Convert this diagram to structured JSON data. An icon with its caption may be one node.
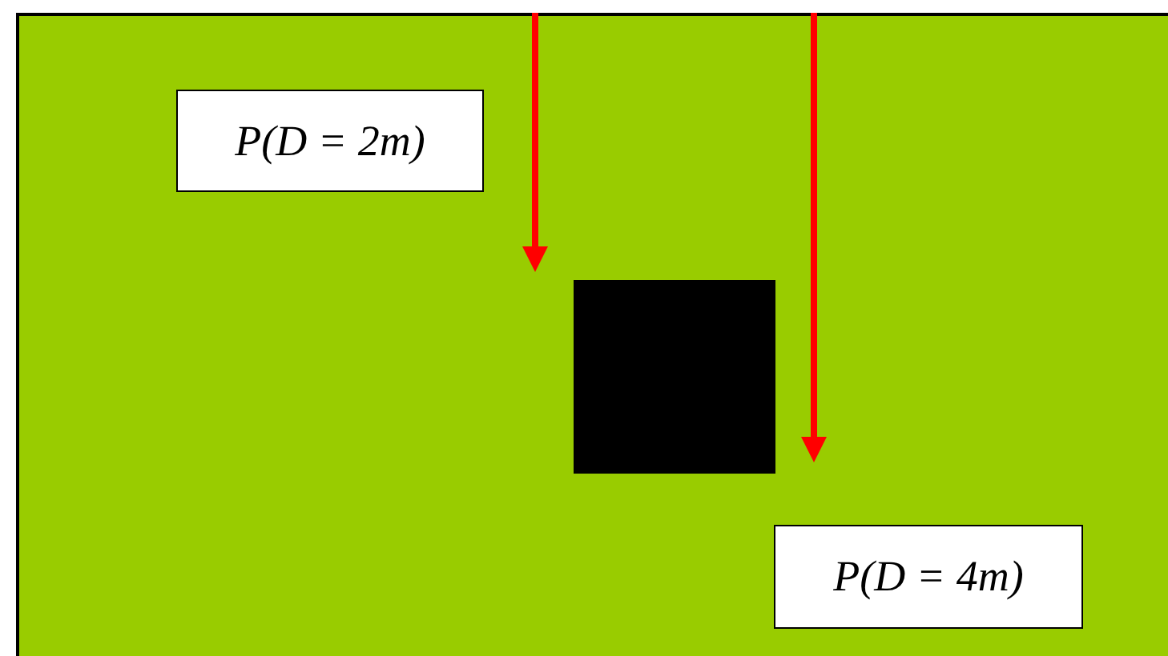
{
  "diagram": {
    "nodes": [
      {
        "text": [
          "P(D = 2m)"
        ]
      },
      {
        "text": [],
        "shape": "box"
      },
      {
        "text": [
          "P(D = 4m)"
        ]
      }
    ]
  }
}
